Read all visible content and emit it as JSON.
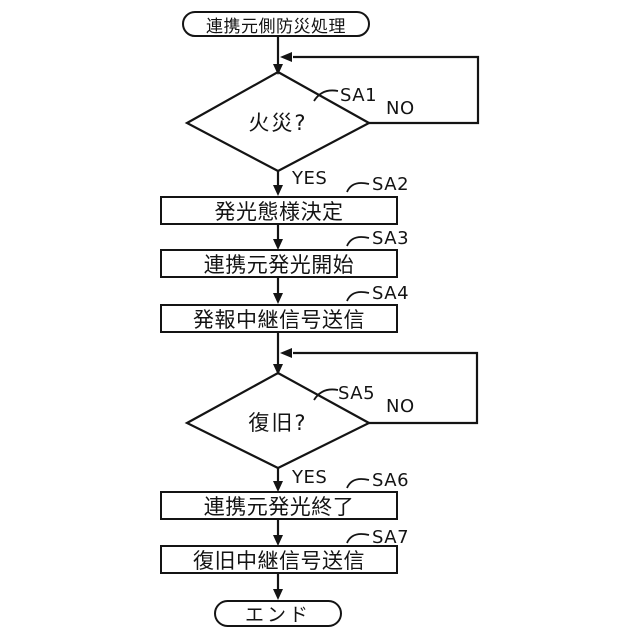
{
  "figure": {
    "type": "flowchart",
    "background": "#ffffff",
    "stroke_color": "#141414"
  },
  "flow": {
    "start": {
      "label": "連携元側防災処理"
    },
    "sa1": {
      "step": "SA1",
      "label": "火災?",
      "yes": "YES",
      "no": "NO"
    },
    "sa2": {
      "step": "SA2",
      "label": "発光態様決定"
    },
    "sa3": {
      "step": "SA3",
      "label": "連携元発光開始"
    },
    "sa4": {
      "step": "SA4",
      "label": "発報中継信号送信"
    },
    "sa5": {
      "step": "SA5",
      "label": "復旧?",
      "yes": "YES",
      "no": "NO"
    },
    "sa6": {
      "step": "SA6",
      "label": "連携元発光終了"
    },
    "sa7": {
      "step": "SA7",
      "label": "復旧中継信号送信"
    },
    "end": {
      "label": "エンド"
    }
  },
  "edges": [
    {
      "from": "start",
      "to": "sa1",
      "label": ""
    },
    {
      "from": "sa1",
      "to": "sa1",
      "label": "NO"
    },
    {
      "from": "sa1",
      "to": "sa2",
      "label": "YES"
    },
    {
      "from": "sa2",
      "to": "sa3",
      "label": ""
    },
    {
      "from": "sa3",
      "to": "sa4",
      "label": ""
    },
    {
      "from": "sa4",
      "to": "sa5",
      "label": ""
    },
    {
      "from": "sa5",
      "to": "sa5",
      "label": "NO"
    },
    {
      "from": "sa5",
      "to": "sa6",
      "label": "YES"
    },
    {
      "from": "sa6",
      "to": "sa7",
      "label": ""
    },
    {
      "from": "sa7",
      "to": "end",
      "label": ""
    }
  ]
}
